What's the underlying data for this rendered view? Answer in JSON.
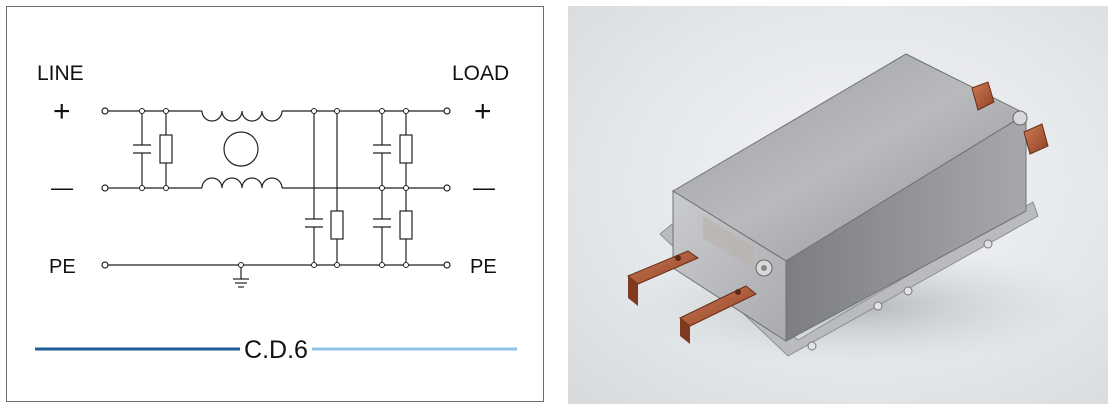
{
  "schematic": {
    "line_label": "LINE",
    "load_label": "LOAD",
    "plus_symbol": "+",
    "minus_symbol": "—",
    "pe_label": "PE",
    "caption": "C.D.6",
    "caption_line_left_color": "#1f5f99",
    "caption_line_right_color": "#8ec3e6"
  },
  "product_photo": {
    "icon": "filter-enclosure-render"
  }
}
